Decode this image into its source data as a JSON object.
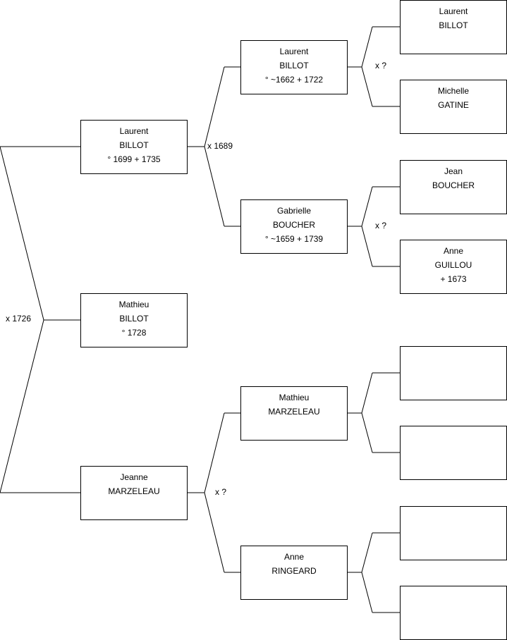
{
  "marriages": {
    "grandparents": "x 1726",
    "paternal": "x 1689",
    "paternal_paternal": "x ?",
    "paternal_maternal": "x ?",
    "maternal": "x ?"
  },
  "persons": {
    "mathieu_billot": {
      "given": "Mathieu",
      "surname": "BILLOT",
      "dates": "° 1728"
    },
    "laurent_billot_1699": {
      "given": "Laurent",
      "surname": "BILLOT",
      "dates": "° 1699 + 1735"
    },
    "jeanne_marzeleau": {
      "given": "Jeanne",
      "surname": "MARZELEAU",
      "dates": ""
    },
    "laurent_billot_1662": {
      "given": "Laurent",
      "surname": "BILLOT",
      "dates": "° ~1662 + 1722"
    },
    "gabrielle_boucher": {
      "given": "Gabrielle",
      "surname": "BOUCHER",
      "dates": "° ~1659 + 1739"
    },
    "mathieu_marzeleau": {
      "given": "Mathieu",
      "surname": "MARZELEAU",
      "dates": ""
    },
    "anne_ringeard": {
      "given": "Anne",
      "surname": "RINGEARD",
      "dates": ""
    },
    "laurent_billot_elder": {
      "given": "Laurent",
      "surname": "BILLOT",
      "dates": ""
    },
    "michelle_gatine": {
      "given": "Michelle",
      "surname": "GATINE",
      "dates": ""
    },
    "jean_boucher": {
      "given": "Jean",
      "surname": "BOUCHER",
      "dates": ""
    },
    "anne_guillou": {
      "given": "Anne",
      "surname": "GUILLOU",
      "dates": "+ 1673"
    },
    "empty_1": {
      "given": "",
      "surname": "",
      "dates": ""
    },
    "empty_2": {
      "given": "",
      "surname": "",
      "dates": ""
    },
    "empty_3": {
      "given": "",
      "surname": "",
      "dates": ""
    },
    "empty_4": {
      "given": "",
      "surname": "",
      "dates": ""
    }
  }
}
